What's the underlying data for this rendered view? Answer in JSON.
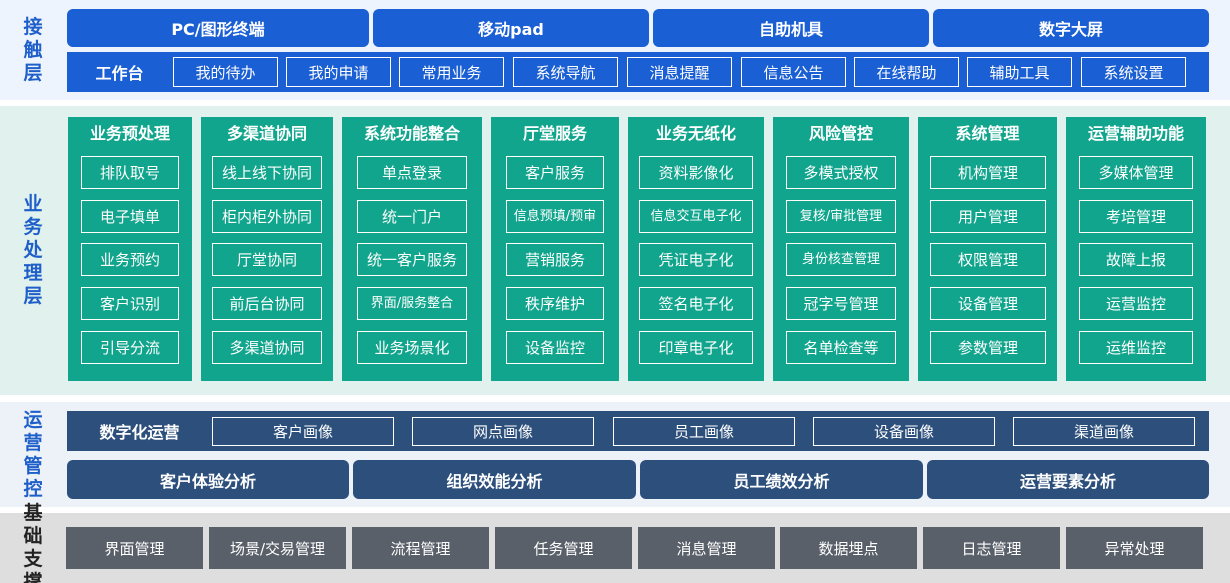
{
  "layers": {
    "contact": {
      "label": "接触层",
      "terminals": [
        "PC/图形终端",
        "移动pad",
        "自助机具",
        "数字大屏"
      ],
      "workspace_title": "工作台",
      "workspace_items": [
        "我的待办",
        "我的申请",
        "常用业务",
        "系统导航",
        "消息提醒",
        "信息公告",
        "在线帮助",
        "辅助工具",
        "系统设置"
      ]
    },
    "business": {
      "label": "业务处理层",
      "columns": [
        {
          "title": "业务预处理",
          "items": [
            "排队取号",
            "电子填单",
            "业务预约",
            "客户识别",
            "引导分流"
          ]
        },
        {
          "title": "多渠道协同",
          "items": [
            "线上线下协同",
            "柜内柜外协同",
            "厅堂协同",
            "前后台协同",
            "多渠道协同"
          ]
        },
        {
          "title": "系统功能整合",
          "items": [
            "单点登录",
            "统一门户",
            "统一客户服务",
            "界面/服务整合",
            "业务场景化"
          ]
        },
        {
          "title": "厅堂服务",
          "items": [
            "客户服务",
            "信息预填/预审",
            "营销服务",
            "秩序维护",
            "设备监控"
          ]
        },
        {
          "title": "业务无纸化",
          "items": [
            "资料影像化",
            "信息交互电子化",
            "凭证电子化",
            "签名电子化",
            "印章电子化"
          ]
        },
        {
          "title": "风险管控",
          "items": [
            "多模式授权",
            "复核/审批管理",
            "身份核查管理",
            "冠字号管理",
            "名单检查等"
          ]
        },
        {
          "title": "系统管理",
          "items": [
            "机构管理",
            "用户管理",
            "权限管理",
            "设备管理",
            "参数管理"
          ]
        },
        {
          "title": "运营辅助功能",
          "items": [
            "多媒体管理",
            "考培管理",
            "故障上报",
            "运营监控",
            "运维监控"
          ]
        }
      ]
    },
    "operations": {
      "label": "运营管控",
      "digital_title": "数字化运营",
      "digital_items": [
        "客户画像",
        "网点画像",
        "员工画像",
        "设备画像",
        "渠道画像"
      ],
      "analysis": [
        "客户体验分析",
        "组织效能分析",
        "员工绩效分析",
        "运营要素分析"
      ]
    },
    "foundation": {
      "label": "基础支撑",
      "items": [
        "界面管理",
        "场景/交易管理",
        "流程管理",
        "任务管理",
        "消息管理",
        "数据埋点",
        "日志管理",
        "异常处理"
      ]
    }
  },
  "colors": {
    "contact_blue": "#1a5fd3",
    "business_teal": "#12a58d",
    "operations_navy": "#2d4f7c",
    "foundation_gray": "#596069"
  }
}
